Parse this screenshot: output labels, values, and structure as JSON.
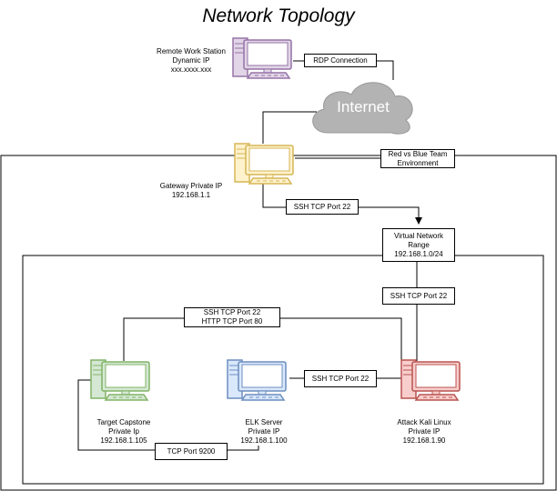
{
  "title": "Network Topology",
  "internet_label": "Internet",
  "colors": {
    "remote": "#9673a6",
    "remote_fill": "#e1d5e7",
    "gateway": "#d6b656",
    "gateway_fill": "#fff2cc",
    "target": "#82b366",
    "target_fill": "#d5e8d4",
    "elk": "#6c8ebf",
    "elk_fill": "#dae8fc",
    "kali": "#b85450",
    "kali_fill": "#f8cecc",
    "cloud": "#b3b3b3"
  },
  "nodes": {
    "remote": {
      "lines": [
        "Remote Work Station",
        "Dynamic IP",
        "xxx.xxxx.xxx"
      ]
    },
    "gateway": {
      "lines": [
        "Gateway Private IP",
        "192.168.1.1"
      ]
    },
    "target": {
      "lines": [
        "Target Capstone",
        "Private Ip",
        "192.168.1.105"
      ]
    },
    "elk": {
      "lines": [
        "ELK Server",
        "Private IP",
        "192.168.1.100"
      ]
    },
    "kali": {
      "lines": [
        "Attack Kali Linux",
        "Private IP",
        "192.168.1.90"
      ]
    }
  },
  "boxes": {
    "rdp": [
      "RDP Connection"
    ],
    "environment": [
      "Red vs Blue Team",
      "Environment"
    ],
    "ssh_gateway": [
      "SSH TCP Port 22"
    ],
    "vnet": [
      "Virtual Network",
      "Range",
      "192.168.1.0/24"
    ],
    "ssh_vnet_kali": [
      "SSH TCP Port 22"
    ],
    "ssh_http": [
      "SSH TCP Port 22",
      "HTTP TCP Port 80"
    ],
    "ssh_elk_kali": [
      "SSH TCP Port 22"
    ],
    "tcp_9200": [
      "TCP Port 9200"
    ]
  }
}
